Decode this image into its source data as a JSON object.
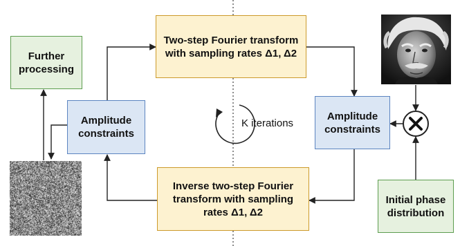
{
  "nodes": {
    "forward_transform": [
      "Two-step Fourier transform",
      "with sampling rates Δ1, Δ2"
    ],
    "inverse_transform": [
      "Inverse two-step Fourier",
      "transform with sampling",
      "rates  Δ1, Δ2"
    ],
    "amplitude_left": [
      "Amplitude",
      "constraints"
    ],
    "amplitude_right": [
      "Amplitude",
      "constraints"
    ],
    "further_processing": [
      "Further",
      "processing"
    ],
    "initial_phase": [
      "Initial phase",
      "distribution"
    ]
  },
  "loop_label": "K iterations",
  "multiply_symbol": "✖",
  "images": {
    "noise": "random-phase-noise-image",
    "portrait": "portrait-photo"
  },
  "colors": {
    "blue_fill": "#dbe6f4",
    "blue_border": "#5b84c0",
    "yellow_fill": "#fdf2d0",
    "yellow_border": "#cc9a2a",
    "green_fill": "#e6f1df",
    "green_border": "#5c9d4f",
    "arrow": "#222222"
  }
}
